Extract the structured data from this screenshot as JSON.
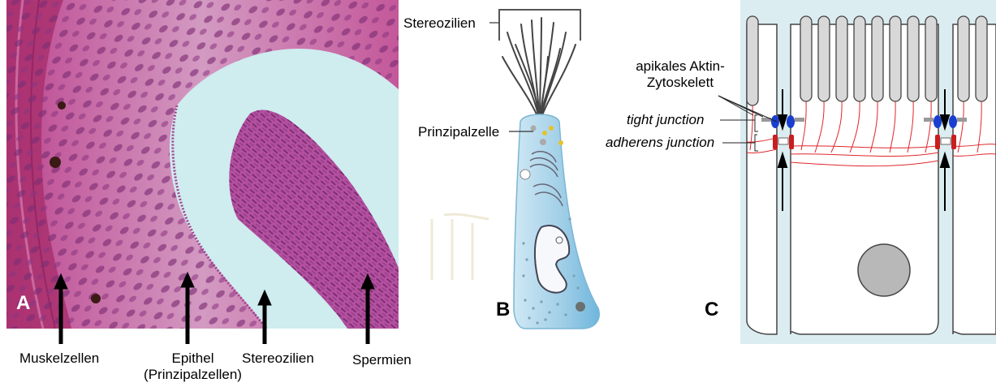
{
  "panels": {
    "a": {
      "letter": "A",
      "labels": {
        "muscle": "Muskelzellen",
        "epithel_line1": "Epithel",
        "epithel_line2": "(Prinzipalzellen)",
        "stereo": "Stereozilien",
        "sperm": "Spermien"
      }
    },
    "b": {
      "letter": "B",
      "labels": {
        "stereo": "Stereozilien",
        "principal": "Prinzipalzelle"
      }
    },
    "c": {
      "letter": "C",
      "labels": {
        "apical_line1": "apikales Aktin-",
        "apical_line2": "Zytoskelett",
        "tight": "tight junction",
        "adherens": "adherens junction"
      }
    }
  },
  "colors": {
    "tissue_pink": "#c4589a",
    "nucleus_purple": "#7e2e74",
    "lumen": "#cfecef",
    "cell_blue": "#9dcde6",
    "cell_light": "#dcedf2",
    "actin_red": "#e0262a",
    "tight_blue": "#1a3fcf",
    "adherens_red": "#c81e1e"
  }
}
